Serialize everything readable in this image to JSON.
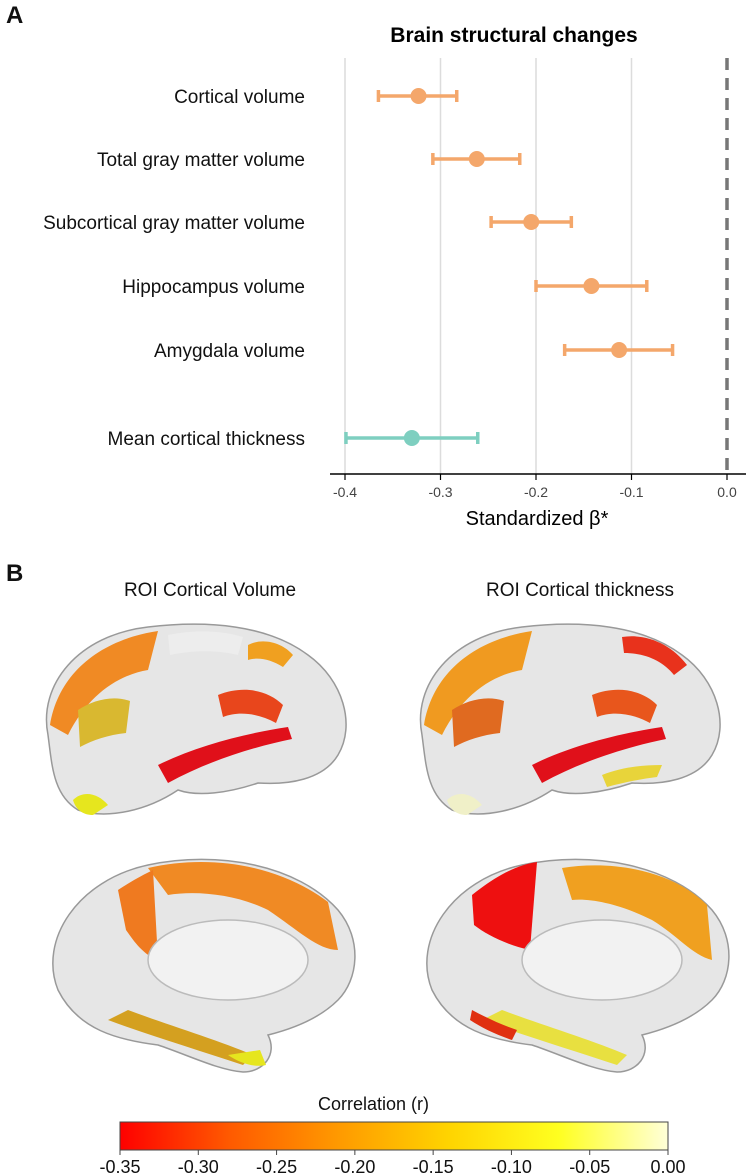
{
  "panels": {
    "a_label": "A",
    "b_label": "B"
  },
  "chart_data": [
    {
      "type": "forest",
      "title": "Brain structural changes",
      "xlabel": "Standardized β*",
      "xlim": [
        -0.41,
        0.02
      ],
      "x_ticks": [
        "-0.4",
        "-0.3",
        "-0.2",
        "-0.1",
        "0.0"
      ],
      "x_tick_values": [
        -0.4,
        -0.3,
        -0.2,
        -0.1,
        0.0
      ],
      "grid": true,
      "reference_line": 0.0,
      "rows": [
        {
          "label": "Cortical volume",
          "estimate": -0.323,
          "lower": -0.365,
          "upper": -0.283,
          "color": "#f4a76b"
        },
        {
          "label": "Total gray matter volume",
          "estimate": -0.262,
          "lower": -0.308,
          "upper": -0.217,
          "color": "#f4a76b"
        },
        {
          "label": "Subcortical gray matter volume",
          "estimate": -0.205,
          "lower": -0.247,
          "upper": -0.163,
          "color": "#f4a76b"
        },
        {
          "label": "Hippocampus volume",
          "estimate": -0.142,
          "lower": -0.2,
          "upper": -0.084,
          "color": "#f4a76b"
        },
        {
          "label": "Amygdala volume",
          "estimate": -0.113,
          "lower": -0.17,
          "upper": -0.057,
          "color": "#f4a76b"
        },
        {
          "label": "Mean cortical thickness",
          "estimate": -0.33,
          "lower": -0.399,
          "upper": -0.261,
          "color": "#7ecfc0"
        }
      ]
    },
    {
      "type": "brain-map",
      "maps": [
        {
          "title": "ROI Cortical Volume"
        },
        {
          "title": "ROI Cortical thickness"
        }
      ],
      "colorbar": {
        "title": "Correlation (r)",
        "range": [
          -0.35,
          0.0
        ],
        "tick_labels": [
          "-0.35",
          "-0.30",
          "-0.25",
          "-0.20",
          "-0.15",
          "-0.10",
          "-0.05",
          "0.00"
        ],
        "tick_values": [
          -0.35,
          -0.3,
          -0.25,
          -0.2,
          -0.15,
          -0.1,
          -0.05,
          0.0
        ],
        "colors": [
          "#ff0000",
          "#ff5a00",
          "#ff9a00",
          "#ffd400",
          "#ffff20",
          "#ffffd8"
        ]
      }
    }
  ]
}
